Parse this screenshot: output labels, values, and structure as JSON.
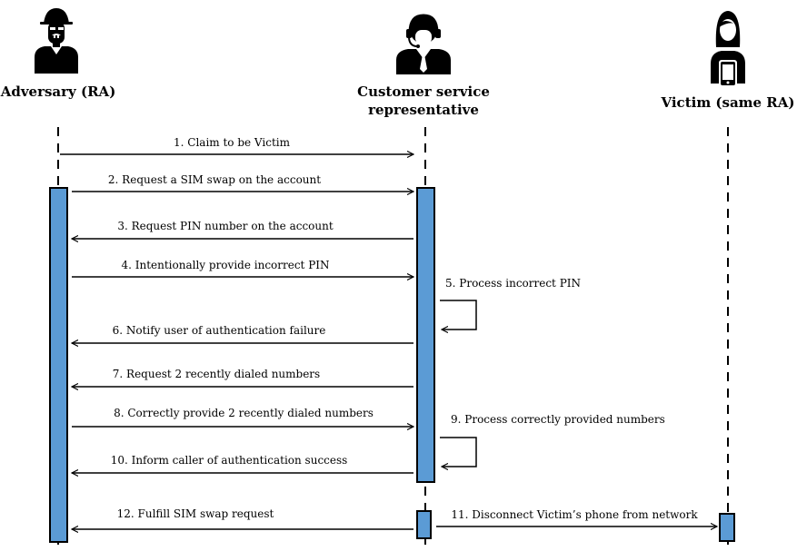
{
  "actors": {
    "adversary": {
      "label": "Adversary (RA)",
      "icon": "hacker-icon"
    },
    "csr": {
      "label_line1": "Customer service",
      "label_line2": "representative",
      "icon": "headset-agent-icon"
    },
    "victim": {
      "label": "Victim (same RA)",
      "icon": "woman-phone-icon"
    }
  },
  "messages": [
    {
      "label": "1. Claim to be Victim"
    },
    {
      "label": "2. Request a SIM swap on the account"
    },
    {
      "label": "3. Request PIN number on the account"
    },
    {
      "label": "4. Intentionally provide incorrect PIN"
    },
    {
      "label": "5. Process incorrect PIN"
    },
    {
      "label": "6. Notify user of authentication failure"
    },
    {
      "label": "7. Request 2 recently dialed numbers"
    },
    {
      "label": "8. Correctly provide 2 recently dialed numbers"
    },
    {
      "label": "9. Process correctly provided numbers"
    },
    {
      "label": "10. Inform caller of authentication success"
    },
    {
      "label": "11. Disconnect Victim’s phone from network"
    },
    {
      "label": "12. Fulfill SIM swap request"
    }
  ],
  "colors": {
    "activation_fill": "#5b9bd5",
    "line": "#000000",
    "icon": "#000000"
  }
}
